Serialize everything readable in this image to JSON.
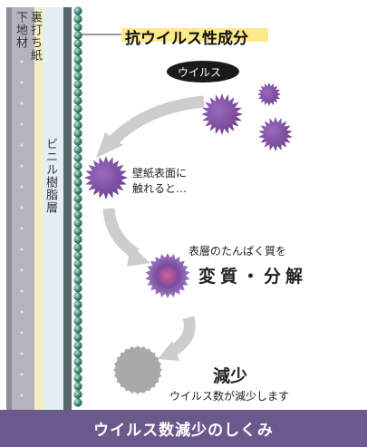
{
  "layers": {
    "substrate": "下地材",
    "backing_paper": "裏打ち紙",
    "vinyl_resin": "ビニル樹脂層"
  },
  "callout": "抗ウイルス性成分",
  "virus_badge": "ウイルス",
  "step1": {
    "line1": "壁紙表面に",
    "line2": "触れると…"
  },
  "step2": {
    "caption": "表層のたんぱく質を",
    "headline": "変質・分解"
  },
  "step3": {
    "headline": "減少",
    "caption": "ウイルス数が減少します"
  },
  "footer": "ウイルス数減少のしくみ",
  "colors": {
    "purple": "#7a4a9c",
    "footer": "#6a5a8c",
    "arrow": "#cdcdcd",
    "substrate": "#b5b3bd",
    "backing": "#f4f0c6",
    "vinyl": "#e4eef4",
    "bead": "#3c8a76"
  }
}
